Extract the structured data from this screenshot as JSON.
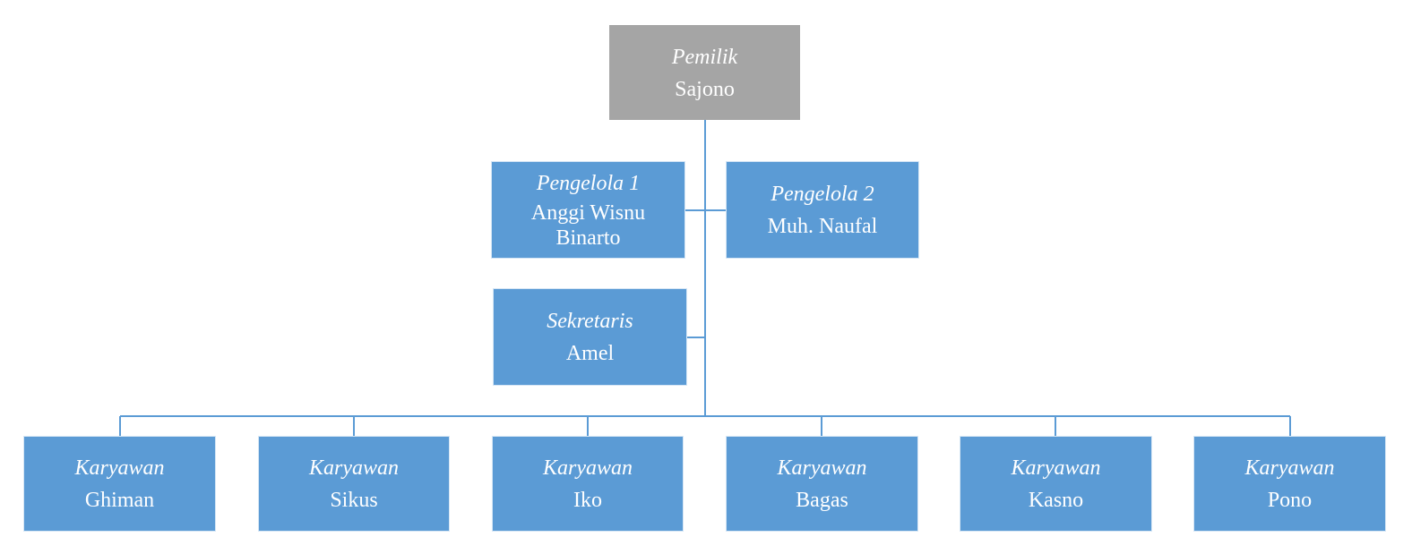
{
  "colors": {
    "owner": "#a5a5a5",
    "node": "#5b9bd5",
    "connector": "#5b9bd5",
    "text": "#ffffff"
  },
  "owner": {
    "role": "Pemilik",
    "name": "Sajono"
  },
  "managers": [
    {
      "role": "Pengelola 1",
      "name": "Anggi Wisnu Binarto"
    },
    {
      "role": "Pengelola 2",
      "name": "Muh. Naufal"
    }
  ],
  "secretary": {
    "role": "Sekretaris",
    "name": "Amel"
  },
  "employees": [
    {
      "role": "Karyawan",
      "name": "Ghiman"
    },
    {
      "role": "Karyawan",
      "name": "Sikus"
    },
    {
      "role": "Karyawan",
      "name": "Iko"
    },
    {
      "role": "Karyawan",
      "name": "Bagas"
    },
    {
      "role": "Karyawan",
      "name": "Kasno"
    },
    {
      "role": "Karyawan",
      "name": "Pono"
    }
  ]
}
